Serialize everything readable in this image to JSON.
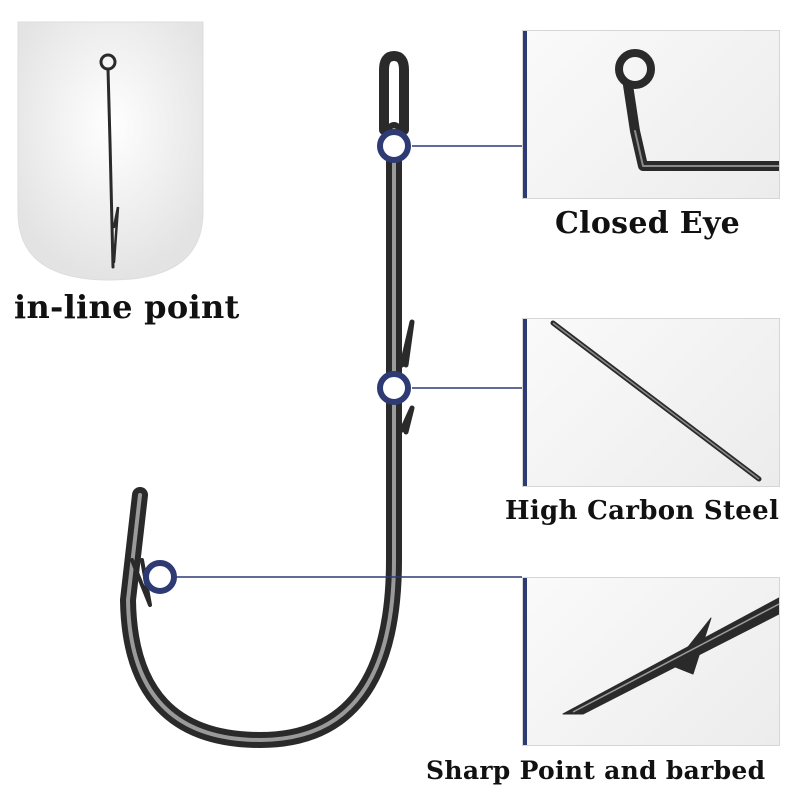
{
  "labels": {
    "inline_point": "in-line point",
    "closed_eye": "Closed Eye",
    "high_carbon_steel": "High Carbon Steel",
    "sharp_point": "Sharp Point and barbed"
  },
  "colors": {
    "accent": "#2d3a74",
    "steel": "#2a2a2a",
    "steel_highlight": "#9a9a9a",
    "background": "#ffffff"
  },
  "icons": {
    "marker": "ring-marker-icon",
    "hook": "fishhook-icon"
  }
}
